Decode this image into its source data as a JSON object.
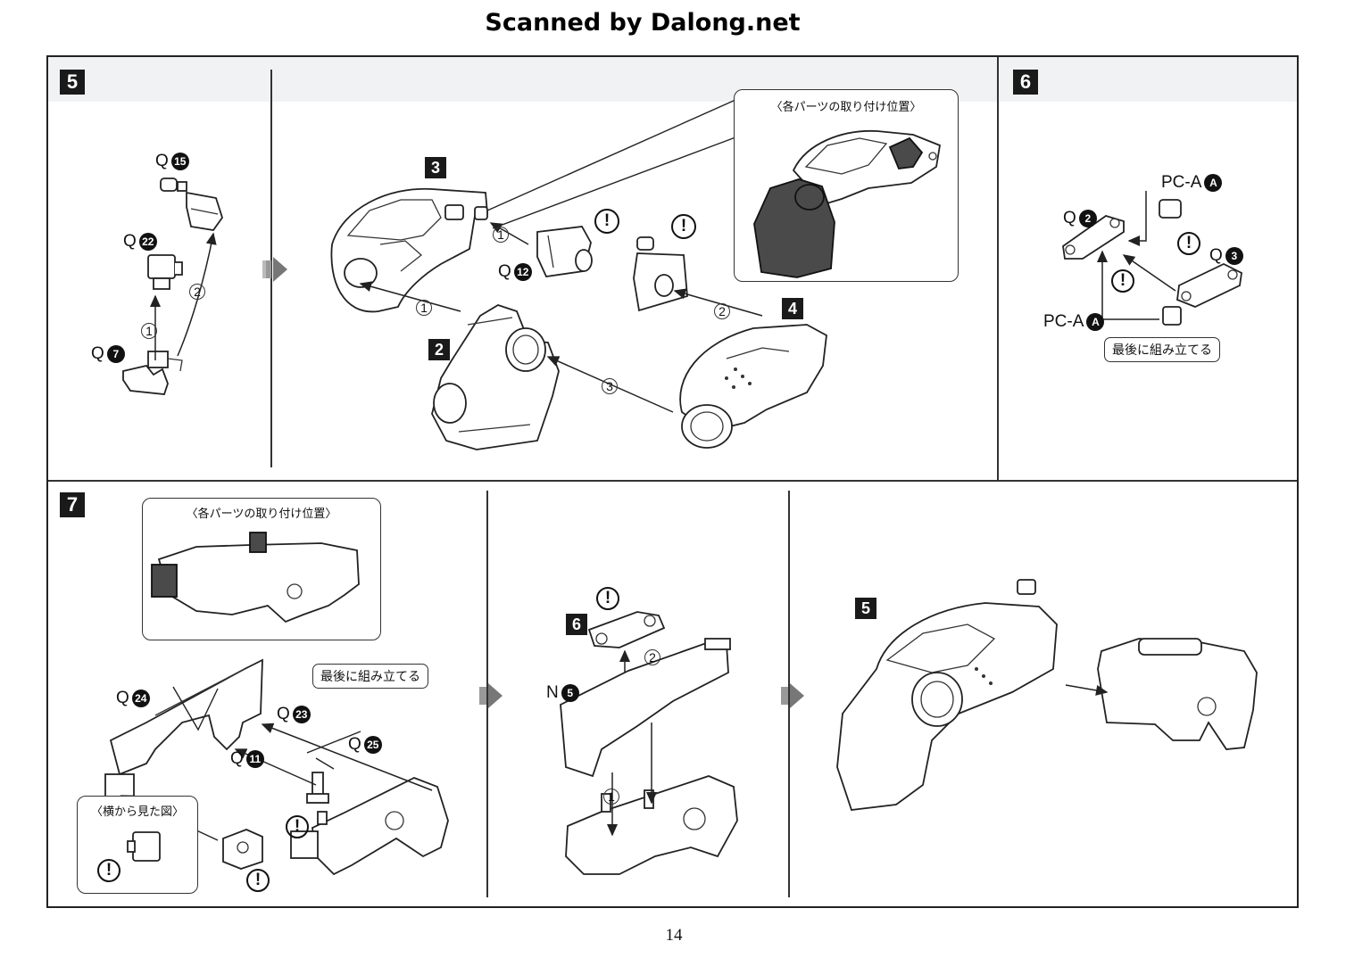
{
  "header": {
    "scan_credit": "Scanned by Dalong.net"
  },
  "steps": {
    "step5": {
      "number": "5"
    },
    "step6": {
      "number": "6"
    },
    "step7": {
      "number": "7"
    }
  },
  "step5_left": {
    "q15": {
      "letter": "Q",
      "num": "15"
    },
    "q22": {
      "letter": "Q",
      "num": "22"
    },
    "q7": {
      "letter": "Q",
      "num": "7"
    },
    "order1": "1",
    "order2": "2"
  },
  "step5_main": {
    "badge3": "3",
    "badge2": "2",
    "badge4": "4",
    "q12": {
      "letter": "Q",
      "num": "12"
    },
    "order1a": "1",
    "order1b": "1",
    "order2": "2",
    "order3": "3",
    "callout_title": "〈各パーツの取り付け位置〉",
    "warning": "!"
  },
  "step6": {
    "pca_top": {
      "letter": "PC-A",
      "num": "A"
    },
    "q2": {
      "letter": "Q",
      "num": "2"
    },
    "q3": {
      "letter": "Q",
      "num": "3"
    },
    "pca_bottom": {
      "letter": "PC-A",
      "num": "A"
    },
    "note_last": "最後に組み立てる",
    "warning": "!"
  },
  "step7_left": {
    "callout_title": "〈各パーツの取り付け位置〉",
    "note_last": "最後に組み立てる",
    "q24": {
      "letter": "Q",
      "num": "24"
    },
    "q23": {
      "letter": "Q",
      "num": "23"
    },
    "q25": {
      "letter": "Q",
      "num": "25"
    },
    "q11": {
      "letter": "Q",
      "num": "11"
    },
    "side_view_title": "〈横から見た図〉",
    "warning": "!"
  },
  "step7_mid": {
    "badge6": "6",
    "n5": {
      "letter": "N",
      "num": "5"
    },
    "order1": "1",
    "order2": "2",
    "warning": "!"
  },
  "step7_right": {
    "badge5": "5"
  },
  "footer": {
    "page_number": "14"
  },
  "colors": {
    "ink": "#1a1a1a",
    "panel_tint": "#f1f2f4",
    "dark_fill": "#4a4a4a",
    "flow_arrow": "#777777"
  }
}
